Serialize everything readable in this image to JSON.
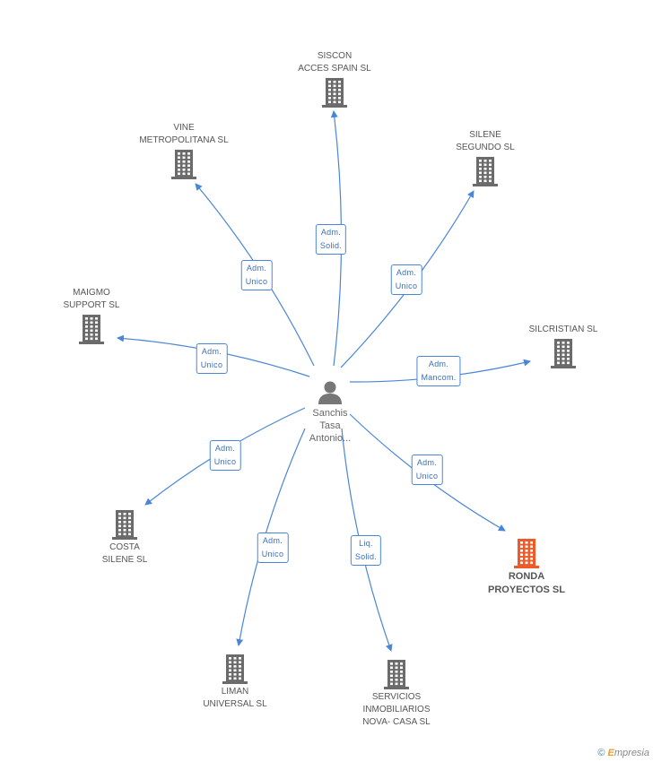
{
  "center": {
    "name": "Sanchis\nTasa\nAntonio..."
  },
  "companies": [
    {
      "id": "siscon",
      "name": "SISCON\nACCES SPAIN SL",
      "highlight": false
    },
    {
      "id": "vine",
      "name": "VINE\nMETROPOLITANA SL",
      "highlight": false
    },
    {
      "id": "silene-segundo",
      "name": "SILENE\nSEGUNDO SL",
      "highlight": false
    },
    {
      "id": "maigmo",
      "name": "MAIGMO\nSUPPORT SL",
      "highlight": false
    },
    {
      "id": "silcristian",
      "name": "SILCRISTIAN SL",
      "highlight": false
    },
    {
      "id": "costa-silene",
      "name": "COSTA\nSILENE SL",
      "highlight": false
    },
    {
      "id": "ronda",
      "name": "RONDA\nPROYECTOS SL",
      "highlight": true
    },
    {
      "id": "liman",
      "name": "LIMAN\nUNIVERSAL SL",
      "highlight": false
    },
    {
      "id": "servicios",
      "name": "SERVICIOS\nINMOBILIARIOS\nNOVA- CASA SL",
      "highlight": false
    }
  ],
  "roles": [
    {
      "target": "siscon",
      "label": "Adm.\nSolid."
    },
    {
      "target": "vine",
      "label": "Adm.\nUnico"
    },
    {
      "target": "silene-segundo",
      "label": "Adm.\nUnico"
    },
    {
      "target": "maigmo",
      "label": "Adm.\nUnico"
    },
    {
      "target": "silcristian",
      "label": "Adm.\nMancom."
    },
    {
      "target": "costa-silene",
      "label": "Adm.\nUnico"
    },
    {
      "target": "ronda",
      "label": "Adm.\nUnico"
    },
    {
      "target": "liman",
      "label": "Adm.\nUnico"
    },
    {
      "target": "servicios",
      "label": "Liq.\nSolid."
    }
  ],
  "colors": {
    "edge": "#4a86d8",
    "building": "#6b6b6b",
    "building_highlight": "#f05a28",
    "person": "#777777"
  },
  "footer": {
    "copyright": "©",
    "brand_initial": "E",
    "brand_rest": "mpresia"
  }
}
